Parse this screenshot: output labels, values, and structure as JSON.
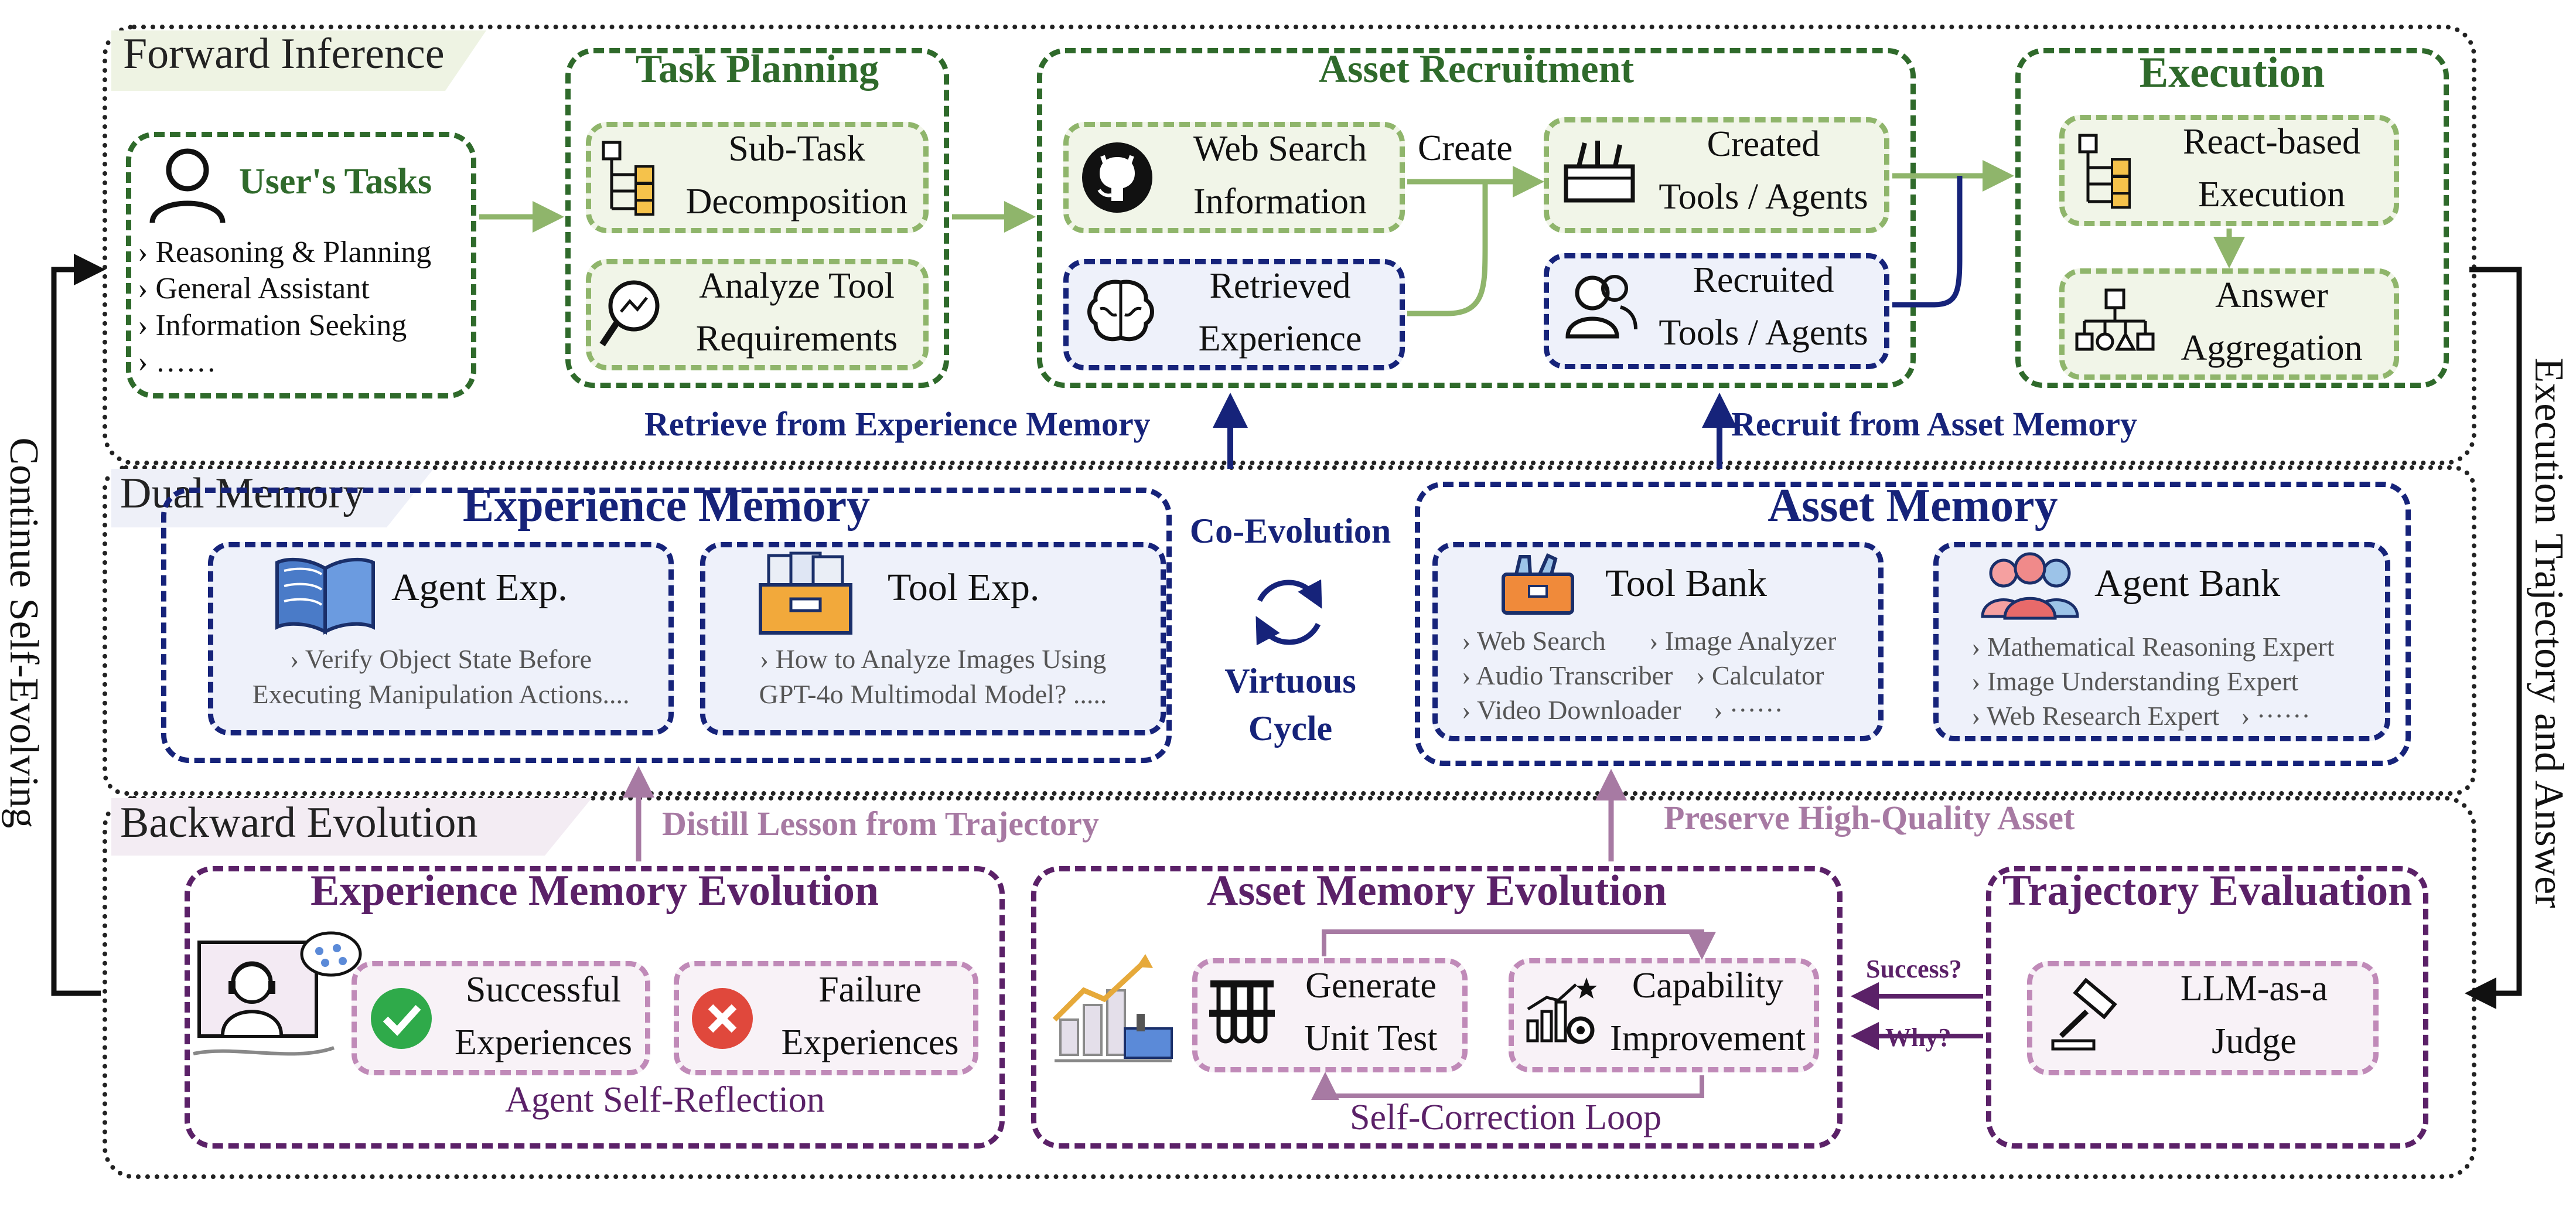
{
  "sections": {
    "forward": "Forward Inference",
    "dual": "Dual Memory",
    "backward": "Backward Evolution"
  },
  "side": {
    "left": "Continue Self-Evolving",
    "right": "Execution Trajectory and Answer"
  },
  "user_tasks": {
    "title": "User's Tasks",
    "items": [
      "Reasoning & Planning",
      "General Assistant",
      "Information Seeking",
      "……"
    ]
  },
  "task_planning": {
    "title": "Task Planning",
    "subtask": [
      "Sub-Task",
      "Decomposition"
    ],
    "analyze": [
      "Analyze Tool",
      "Requirements"
    ]
  },
  "asset_recruitment": {
    "title": "Asset Recruitment",
    "web": [
      "Web Search",
      "Information"
    ],
    "retrieved": [
      "Retrieved",
      "Experience"
    ],
    "created": [
      "Created",
      "Tools / Agents"
    ],
    "recruited": [
      "Recruited",
      "Tools / Agents"
    ],
    "create_label": "Create"
  },
  "execution": {
    "title": "Execution",
    "react": [
      "React-based",
      "Execution"
    ],
    "answer": [
      "Answer",
      "Aggregation"
    ]
  },
  "links": {
    "retrieve": "Retrieve from Experience Memory",
    "recruit": "Recruit from Asset Memory",
    "distill": "Distill Lesson from Trajectory",
    "preserve": "Preserve High-Quality Asset"
  },
  "experience_memory": {
    "title": "Experience Memory",
    "agent_exp": {
      "title": "Agent Exp.",
      "lines": [
        "› Verify Object State Before",
        "Executing Manipulation Actions...."
      ]
    },
    "tool_exp": {
      "title": "Tool Exp.",
      "lines": [
        "› How to Analyze Images Using",
        "GPT-4o Multimodal Model? ....."
      ]
    }
  },
  "co_evolution": {
    "top": "Co-Evolution",
    "bottom": [
      "Virtuous",
      "Cycle"
    ]
  },
  "asset_memory": {
    "title": "Asset Memory",
    "tool_bank": {
      "title": "Tool Bank",
      "lines": [
        "› Web Search",
        "› Image Analyzer",
        "› Audio Transcriber",
        "› Calculator",
        "› Video Downloader",
        "› ······"
      ]
    },
    "agent_bank": {
      "title": "Agent Bank",
      "lines": [
        "› Mathematical Reasoning Expert",
        "› Image Understanding Expert",
        "› Web Research Expert",
        "› ······"
      ]
    }
  },
  "exp_evolution": {
    "title": "Experience Memory Evolution",
    "success": [
      "Successful",
      "Experiences"
    ],
    "failure": [
      "Failure",
      "Experiences"
    ],
    "caption": "Agent Self-Reflection"
  },
  "asset_evolution": {
    "title": "Asset Memory Evolution",
    "unit": [
      "Generate",
      "Unit Test"
    ],
    "capability": [
      "Capability",
      "Improvement"
    ],
    "caption": "Self-Correction Loop"
  },
  "trajectory_eval": {
    "title": "Trajectory Evaluation",
    "judge": [
      "LLM-as-a",
      "Judge"
    ],
    "success_q": "Success?",
    "why_q": "Why?"
  },
  "colors": {
    "green_dark": "#2f6a2b",
    "green_light": "#8fb56b",
    "navy": "#16237a",
    "purple": "#5b2168",
    "pink": "#c08ab8"
  }
}
